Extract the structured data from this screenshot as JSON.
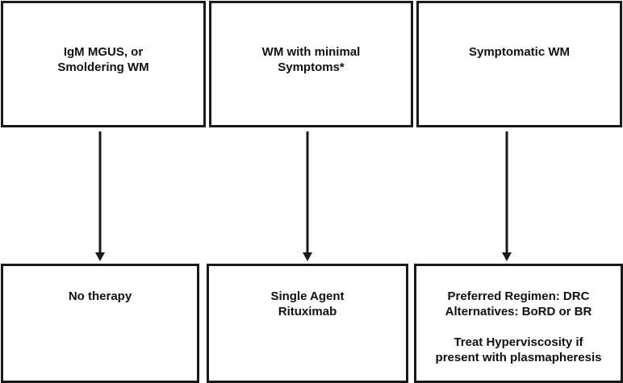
{
  "stages": [
    {
      "lines": [
        "IgM MGUS, or",
        "Smoldering WM"
      ]
    },
    {
      "lines": [
        "WM with minimal",
        "Symptoms*"
      ]
    },
    {
      "lines": [
        "Symptomatic WM"
      ]
    }
  ],
  "treatments": [
    {
      "lines": [
        "No therapy"
      ]
    },
    {
      "lines": [
        "Single Agent",
        "Rituximab"
      ]
    },
    {
      "lines": [
        "Preferred Regimen: DRC",
        "Alternatives: BoRD or BR",
        "",
        "Treat Hyperviscosity if",
        "present with plasmapheresis"
      ]
    }
  ],
  "colors": {
    "border": "#1a1a1a",
    "arrow": "#1a1a1a",
    "background": "#ffffff"
  }
}
